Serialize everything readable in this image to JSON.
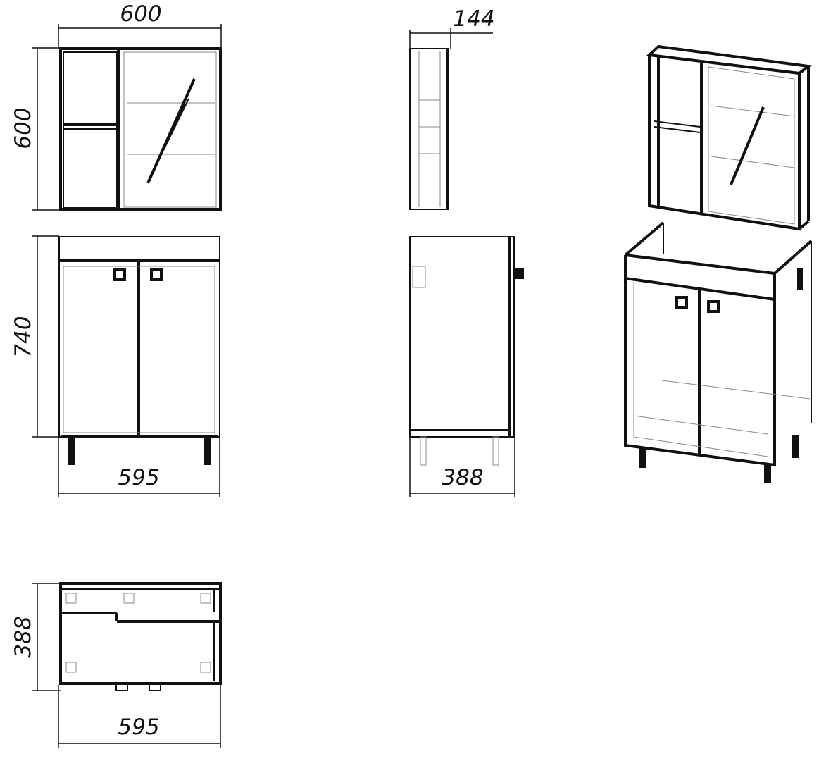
{
  "drawing": {
    "mirror_cabinet": {
      "front_width": "600",
      "front_height": "600",
      "side_depth": "144"
    },
    "base_cabinet": {
      "front_width": "595",
      "front_height": "740",
      "side_depth": "388"
    },
    "top_view": {
      "depth": "388",
      "width": "595"
    },
    "line_color": "#111111",
    "background": "#ffffff"
  }
}
